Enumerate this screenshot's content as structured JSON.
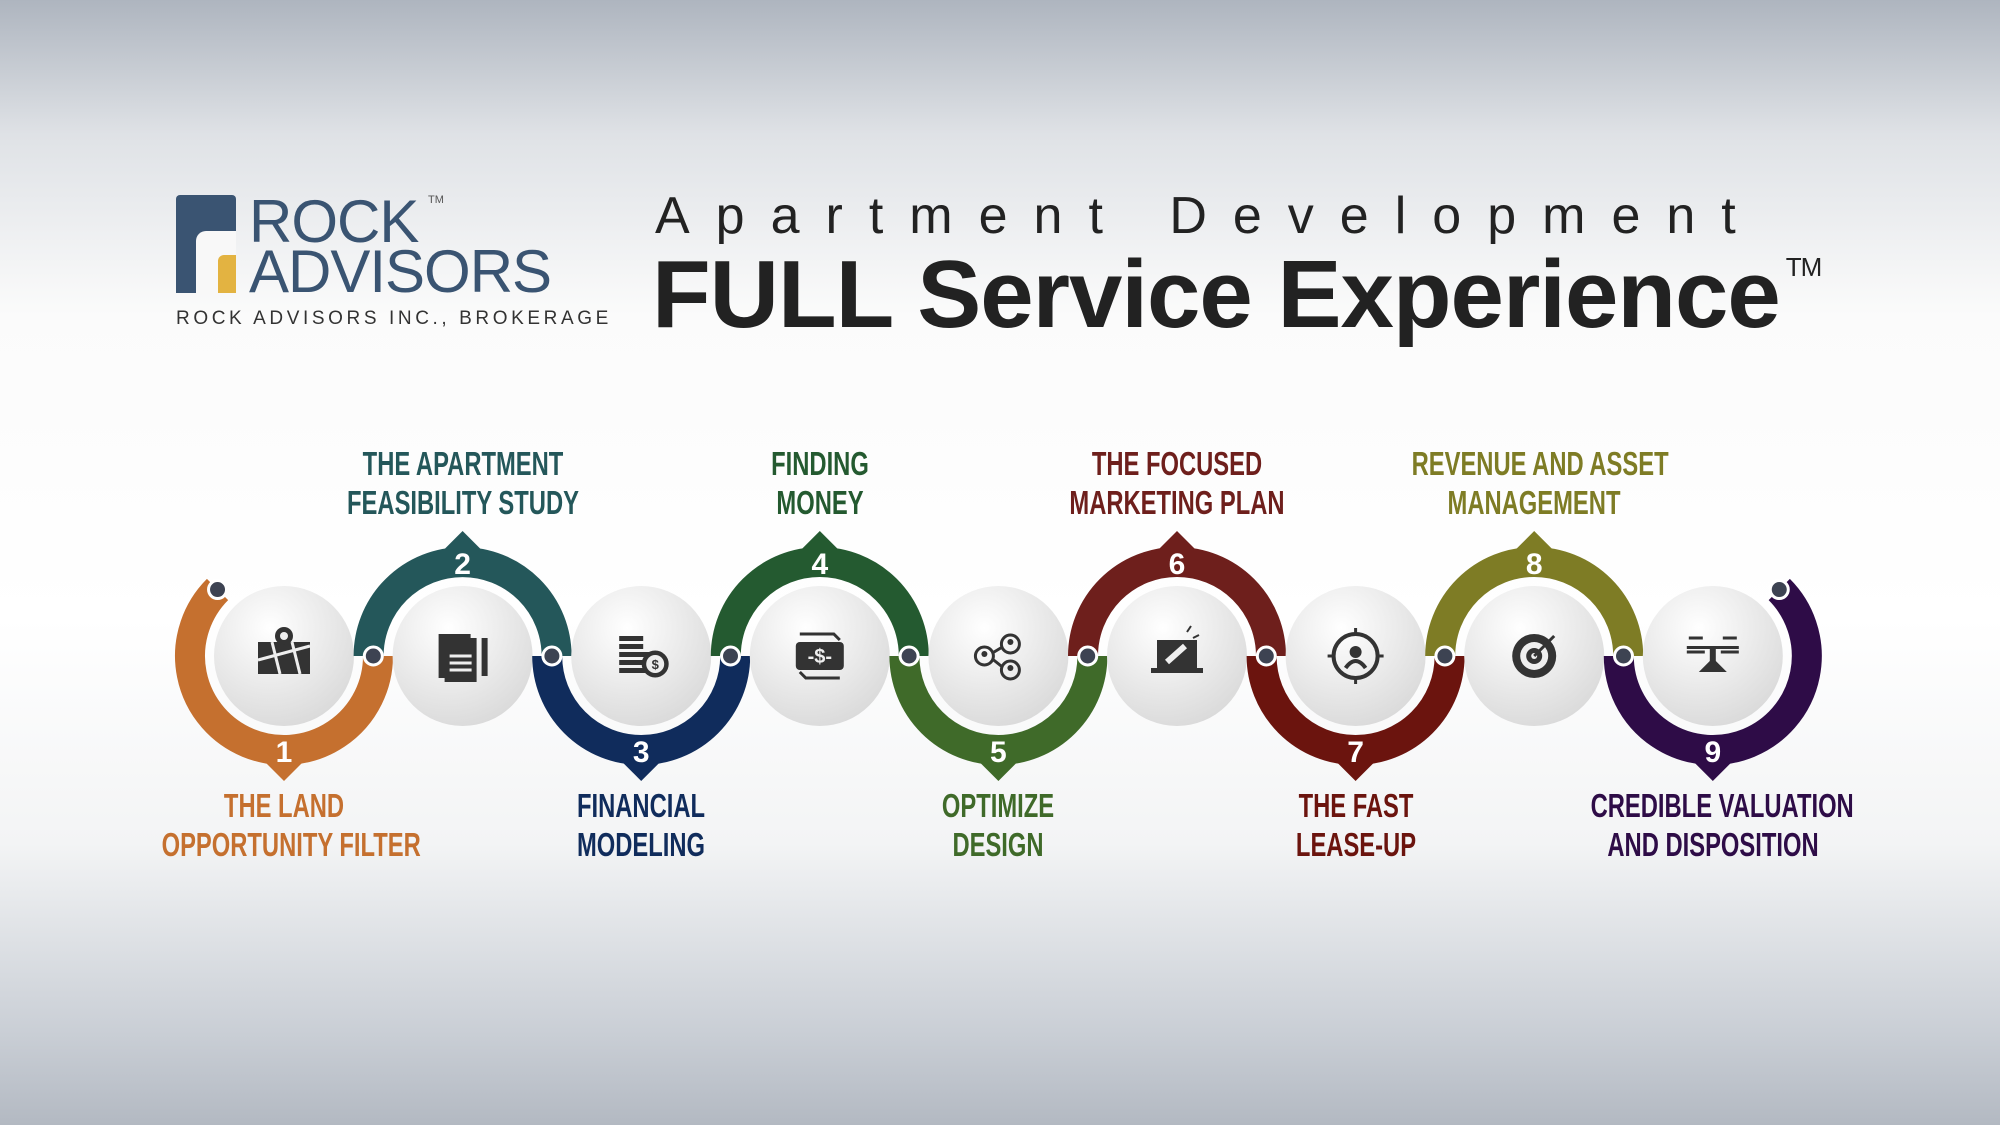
{
  "logo": {
    "line1": "ROCK",
    "line2": "ADVISORS",
    "trademark": "TM",
    "tagline": "ROCK ADVISORS INC., BROKERAGE",
    "colors": {
      "blue": "#3a5472",
      "gold": "#e3b341"
    }
  },
  "title": {
    "line1": "Apartment Development",
    "line2": "FULL Service Experience",
    "trademark": "TM"
  },
  "steps": [
    {
      "number": "1",
      "line1": "THE LAND",
      "line2": "OPPORTUNITY FILTER",
      "color": "#c5702f",
      "icon": "map-pin-icon"
    },
    {
      "number": "2",
      "line1": "THE APARTMENT",
      "line2": "FEASIBILITY STUDY",
      "color": "#24575a",
      "icon": "report-document-icon"
    },
    {
      "number": "3",
      "line1": "FINANCIAL",
      "line2": "MODELING",
      "color": "#102c5c",
      "icon": "coins-dollar-icon"
    },
    {
      "number": "4",
      "line1": "FINDING",
      "line2": "MONEY",
      "color": "#245a30",
      "icon": "money-transfer-icon"
    },
    {
      "number": "5",
      "line1": "OPTIMIZE",
      "line2": "DESIGN",
      "color": "#3f6a29",
      "icon": "network-people-icon"
    },
    {
      "number": "6",
      "line1": "THE FOCUSED",
      "line2": "MARKETING PLAN",
      "color": "#6e1f1c",
      "icon": "laptop-megaphone-icon"
    },
    {
      "number": "7",
      "line1": "THE FAST",
      "line2": "LEASE-UP",
      "color": "#6b140e",
      "icon": "target-person-icon"
    },
    {
      "number": "8",
      "line1": "REVENUE AND ASSET",
      "line2": "MANAGEMENT",
      "color": "#7e7c25",
      "icon": "target-arrow-icon"
    },
    {
      "number": "9",
      "line1": "CREDIBLE VALUATION",
      "line2": "AND DISPOSITION",
      "color": "#2e0c47",
      "icon": "balance-scale-icon"
    }
  ]
}
